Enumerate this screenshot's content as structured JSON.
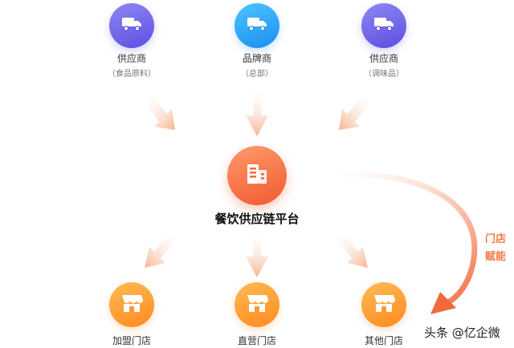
{
  "top_nodes": [
    {
      "label": "供应商",
      "sub": "（食品原料）",
      "icon": "truck-icon"
    },
    {
      "label": "品牌商",
      "sub": "（总部）",
      "icon": "truck-icon"
    },
    {
      "label": "供应商",
      "sub": "（调味品）",
      "icon": "truck-icon"
    }
  ],
  "center_node": {
    "label": "餐饮供应链平台",
    "icon": "building-icon"
  },
  "bottom_nodes": [
    {
      "label": "加盟门店",
      "icon": "storefront-icon"
    },
    {
      "label": "直营门店",
      "icon": "storefront-icon"
    },
    {
      "label": "其他门店",
      "icon": "storefront-icon"
    }
  ],
  "side_label": {
    "line1": "门店",
    "line2": "赋能"
  },
  "watermark": "头条 @亿企微",
  "colors": {
    "accent_orange": "#f15a2f",
    "arrow_peach": "#f8c9ad",
    "truck_purple": "#5b4fe0",
    "truck_blue": "#1a8ff0",
    "store_orange": "#ff8a1f"
  }
}
